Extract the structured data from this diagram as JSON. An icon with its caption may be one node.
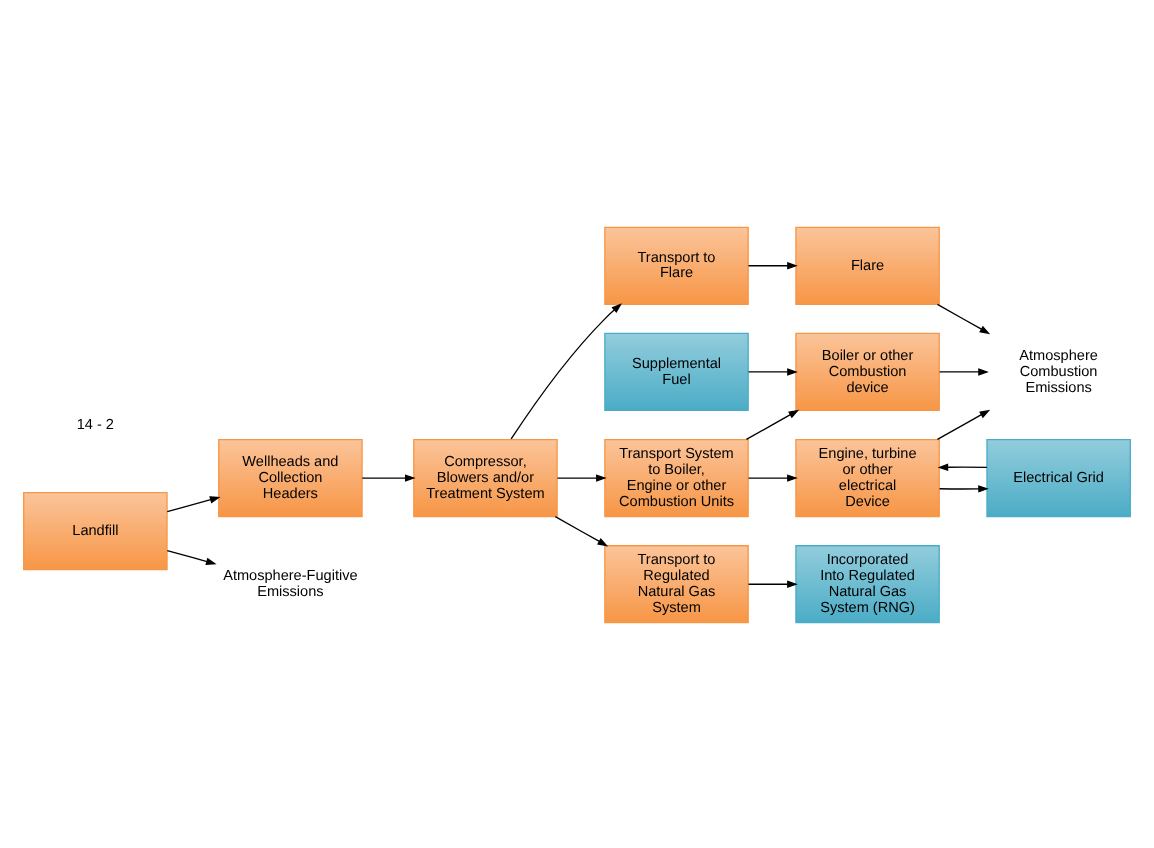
{
  "diagram": {
    "nodes": [
      {
        "text": [
          "Compressor, Blowers and/or Treatment System"
        ]
      },
      {
        "text": [
          "Transport to Flare"
        ]
      },
      {
        "text": [
          "Flare"
        ]
      },
      {
        "text": [
          "Atmosphere Combustion Emissions"
        ]
      },
      {
        "text": [
          "Wellheads and Collection Headers"
        ]
      },
      {
        "text": [
          "Transport System to Boiler, Engine or other Combustion Units"
        ]
      },
      {
        "text": [
          "Boiler or other Combustion device"
        ]
      },
      {
        "text": [
          "Supplemental Fuel"
        ]
      },
      {
        "text": [
          "Engine, turbine or other electrical Device"
        ]
      },
      {
        "text": [
          "Landfill"
        ]
      },
      {
        "text": [
          "Transport to Regulated Natural Gas System"
        ]
      },
      {
        "text": [
          "Incorporated Into Regulated Natural Gas System (RNG)"
        ]
      },
      {
        "text": [
          "Electrical Grid"
        ]
      },
      {
        "text": [
          "Atmosphere-Fugitive Emissions"
        ]
      }
    ],
    "edges": [
      {
        "from": 9,
        "to": 4,
        "arrow": "to"
      },
      {
        "from": 4,
        "to": 0,
        "arrow": "to"
      },
      {
        "from": 0,
        "to": 1,
        "arrow": "to"
      },
      {
        "from": 1,
        "to": 2,
        "arrow": "to"
      },
      {
        "from": 2,
        "to": 3,
        "arrow": "to"
      },
      {
        "from": 0,
        "to": 5,
        "arrow": "to"
      },
      {
        "from": 0,
        "to": 10,
        "arrow": "to"
      },
      {
        "from": 5,
        "to": 6,
        "arrow": "to"
      },
      {
        "from": 5,
        "to": 8,
        "arrow": "to"
      },
      {
        "from": 6,
        "to": 3,
        "arrow": "to"
      },
      {
        "from": 7,
        "to": 6,
        "arrow": "to"
      },
      {
        "from": 8,
        "to": 3,
        "arrow": "to"
      },
      {
        "from": 8,
        "to": 12,
        "arrow": "to"
      },
      {
        "from": 12,
        "to": 8,
        "arrow": "to"
      },
      {
        "from": 10,
        "to": 11,
        "arrow": "to"
      },
      {
        "from": 9,
        "to": 13,
        "arrow": "to"
      }
    ],
    "labels": [
      "14 - 2"
    ]
  }
}
